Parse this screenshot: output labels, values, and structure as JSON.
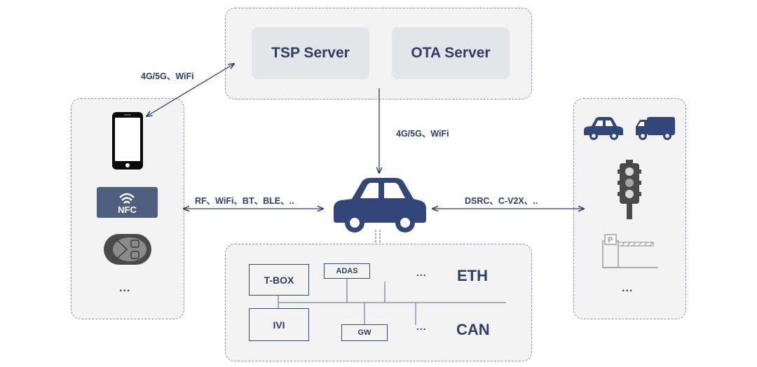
{
  "servers": {
    "tsp": "TSP Server",
    "ota": "OTA Server"
  },
  "links": {
    "phone_cloud": "4G/5G、WiFi",
    "cloud_car": "4G/5G、WiFi",
    "left_car": "RF、WiFi、BT、BLE、..",
    "car_right": "DSRC、C-V2X、.."
  },
  "left_panel": {
    "nfc_text": "NFC",
    "more": "..."
  },
  "right_panel": {
    "more": "...",
    "parking_sign": "P"
  },
  "network": {
    "tbox": "T-BOX",
    "ivi": "IVI",
    "adas": "ADAS",
    "gw": "GW",
    "eth_more": "...",
    "can_more": "...",
    "eth": "ETH",
    "can": "CAN"
  },
  "icons": {
    "phone": "smartphone-icon",
    "nfc": "nfc-card-icon",
    "key": "car-key-fob-icon",
    "car": "car-icon",
    "truck": "truck-icon",
    "traffic_light": "traffic-light-icon",
    "barrier": "parking-barrier-icon"
  },
  "colors": {
    "accent": "#2e3e66",
    "car": "#33467a",
    "panel": "#f3f3f4",
    "server": "#e4e5e8"
  }
}
